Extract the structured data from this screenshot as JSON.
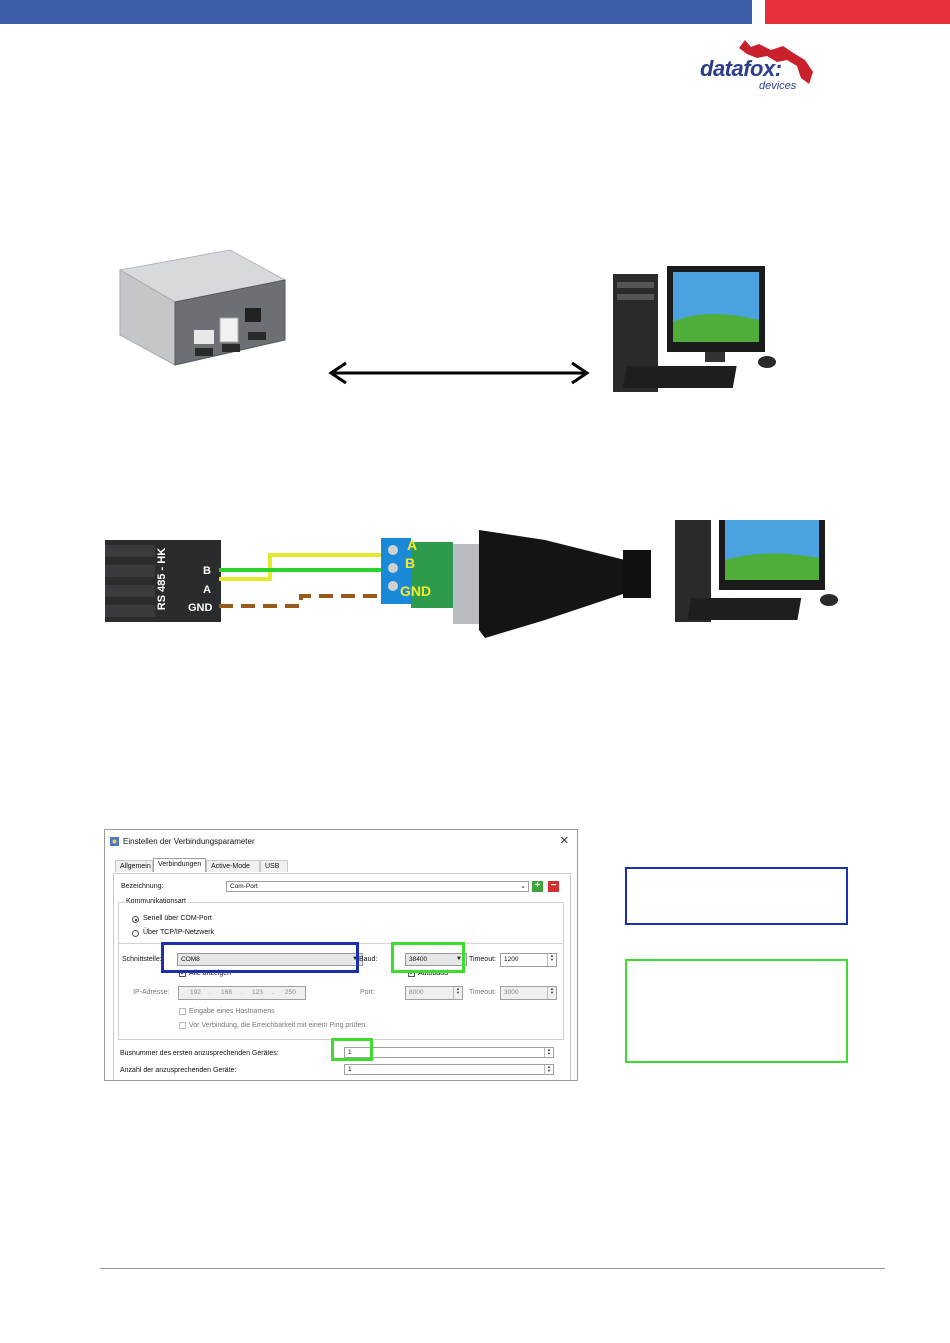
{
  "logo": {
    "name": "datafox:",
    "sub": "devices"
  },
  "wiring": {
    "plug_label_left": "RS 485 - HK",
    "pin_b": "B",
    "pin_a": "A",
    "pin_gnd": "GND",
    "terminal_a": "A",
    "terminal_b": "B",
    "terminal_gnd": "GND"
  },
  "dialog": {
    "title": "Einstellen der Verbindungsparameter",
    "close": "✕",
    "tabs": [
      "Allgemein",
      "Verbindungen",
      "Active-Mode",
      "USB"
    ],
    "bezeichnung_label": "Bezeichnung:",
    "bezeichnung_value": "Com-Port",
    "group_title": "Kommunikationsart",
    "radio_serial": "Seriell über COM-Port",
    "radio_tcp": "Über TCP/IP-Netzwerk",
    "schnittstelle_label": "Schnittstelle:",
    "schnittstelle_value": "COM8",
    "baud_label": "Baud:",
    "baud_value": "38400",
    "timeout_label": "Timeout:",
    "timeout_value": "1200",
    "alle_anzeigen": "Alle anzeigen",
    "autobaud": "Autobaud",
    "ip_label": "IP-Adresse:",
    "ip": [
      "192",
      "168",
      "123",
      "250"
    ],
    "port_label": "Port:",
    "port_value": "8000",
    "timeout2_label": "Timeout:",
    "timeout2_value": "3000",
    "hostname_label": "Eingabe eines Hostnamens",
    "ping_label": "Vor Verbindung, die Erreichbarkeit mit einem Ping prüfen.",
    "busnummer_label": "Busnummer des ersten anzusprechenden Gerätes:",
    "busnummer_value": "1",
    "anzahl_label": "Anzahl der anzusprechenden Geräte:",
    "anzahl_value": "1"
  },
  "colors": {
    "header_blue": "#3a5fa8",
    "header_red": "#e8303a",
    "highlight_blue": "#1c2fae",
    "highlight_green": "#3ddc2e",
    "wire_yellow": "#e6ea2c",
    "wire_green": "#2ad42a",
    "wire_brown": "#9a5a1c"
  }
}
